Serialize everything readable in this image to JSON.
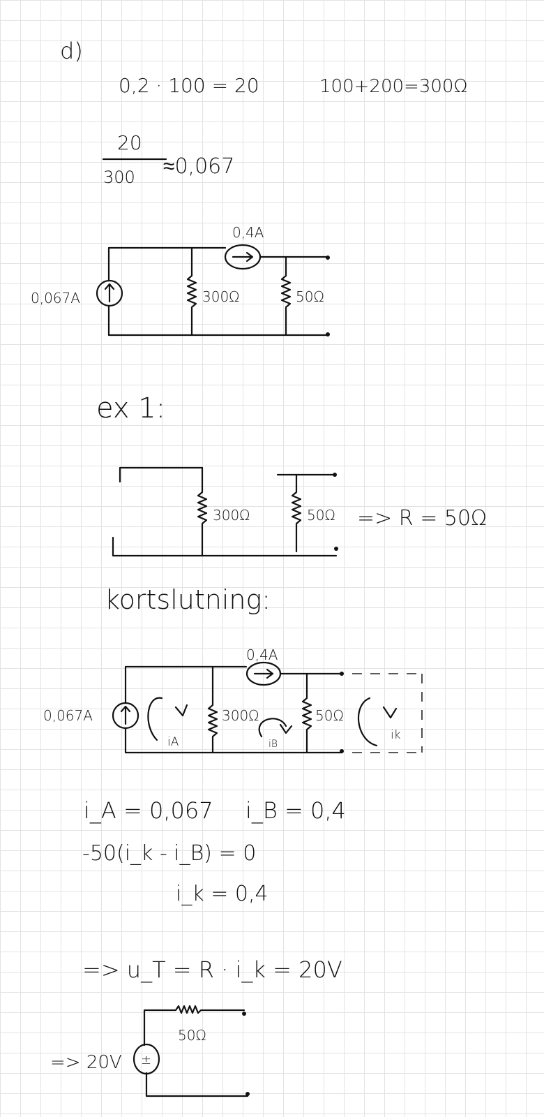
{
  "part_label": "d)",
  "calc": {
    "product": "0,2 · 100 = 20",
    "sum": "100+200=300Ω",
    "frac_num": "20",
    "frac_den": "300",
    "frac_result": "≈0,067"
  },
  "circuit1": {
    "current_source_top": "0,4A",
    "current_source_left": "0,067A",
    "r1": "300Ω",
    "r2": "50Ω"
  },
  "ex1": {
    "heading": "ex 1:",
    "r1": "300Ω",
    "r2": "50Ω",
    "result": "=> R = 50Ω"
  },
  "short_circuit": {
    "heading": "kortslutning:",
    "current_source_top": "0,4A",
    "current_source_left": "0,067A",
    "r1": "300Ω",
    "r2": "50Ω",
    "loop_a": "iA",
    "loop_b": "iB",
    "loop_k": "ik"
  },
  "equations": {
    "ia": "i_A = 0,067",
    "ib": "i_B = 0,4",
    "kvl": "-50(i_k - i_B) = 0",
    "ik": "i_k = 0,4",
    "ut": "=>  u_T = R · i_k = 20V"
  },
  "thevenin": {
    "label": "=> 20V",
    "source_symbol": "±",
    "resistor": "50Ω"
  }
}
